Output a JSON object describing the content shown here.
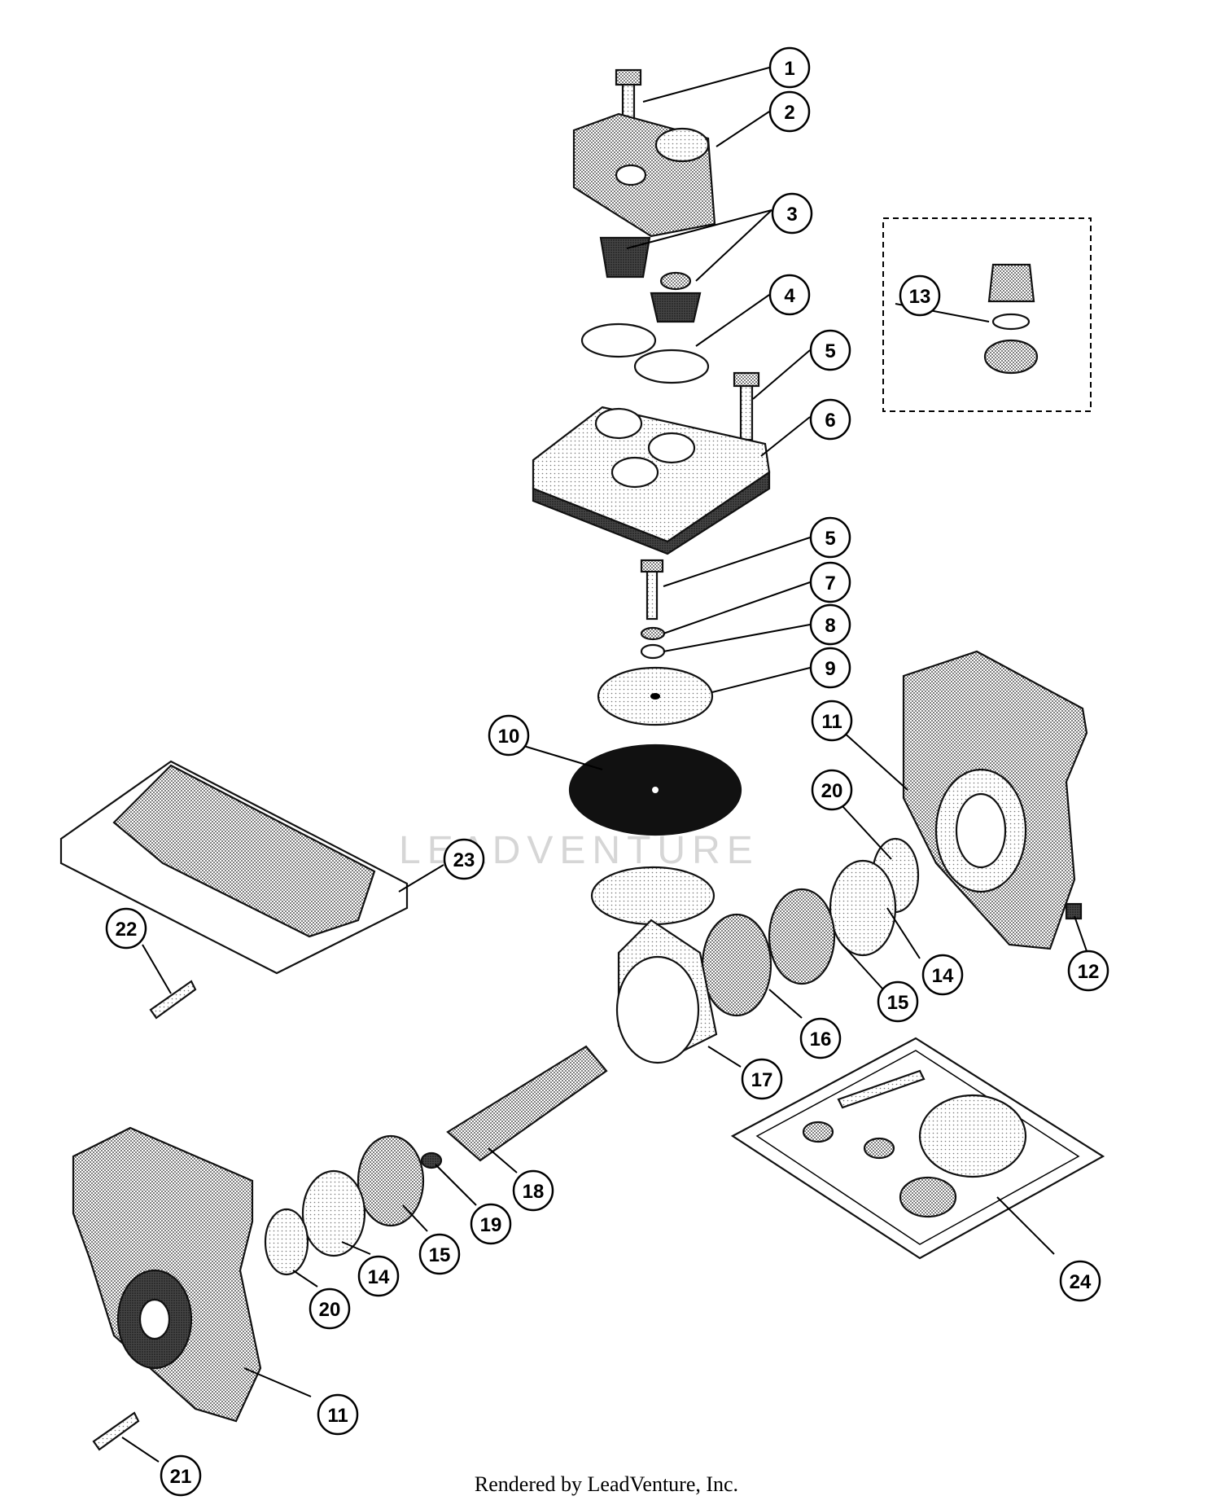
{
  "diagram": {
    "callouts": [
      "1",
      "2",
      "3",
      "4",
      "5",
      "6",
      "5",
      "7",
      "8",
      "9",
      "10",
      "11",
      "20",
      "23",
      "22",
      "12",
      "14",
      "15",
      "16",
      "17",
      "18",
      "19",
      "15",
      "14",
      "20",
      "24",
      "11",
      "21",
      "13"
    ]
  },
  "watermark_text": "LEADVENTURE",
  "footer_text": "Rendered by LeadVenture, Inc.",
  "colors": {
    "ink": "#000000",
    "paper": "#ffffff",
    "shade": "#8a8a8a"
  }
}
